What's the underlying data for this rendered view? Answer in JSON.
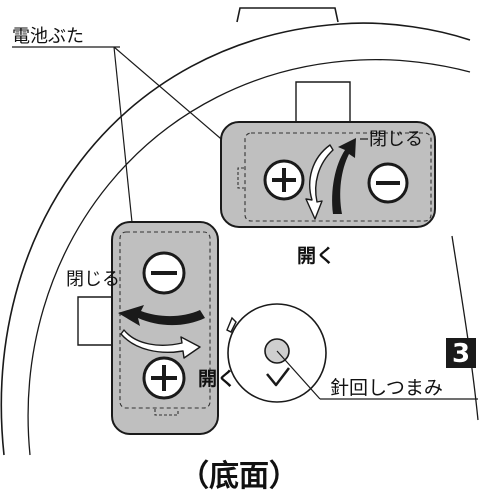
{
  "labels": {
    "battery_cover": "電池ぶた",
    "close_top": "閉じる",
    "open_top": "開く",
    "close_left": "閉じる",
    "open_bottom": "開く",
    "needle_knob": "針回しつまみ",
    "step_number": "3",
    "caption": "（底面）"
  },
  "symbols": {
    "plus": "plus-terminal-icon",
    "minus": "minus-terminal-icon",
    "checkmark": "checkmark-icon"
  },
  "colors": {
    "cover_fill": "#bfbfbf",
    "line": "#1a1a1a",
    "background": "#ffffff"
  }
}
